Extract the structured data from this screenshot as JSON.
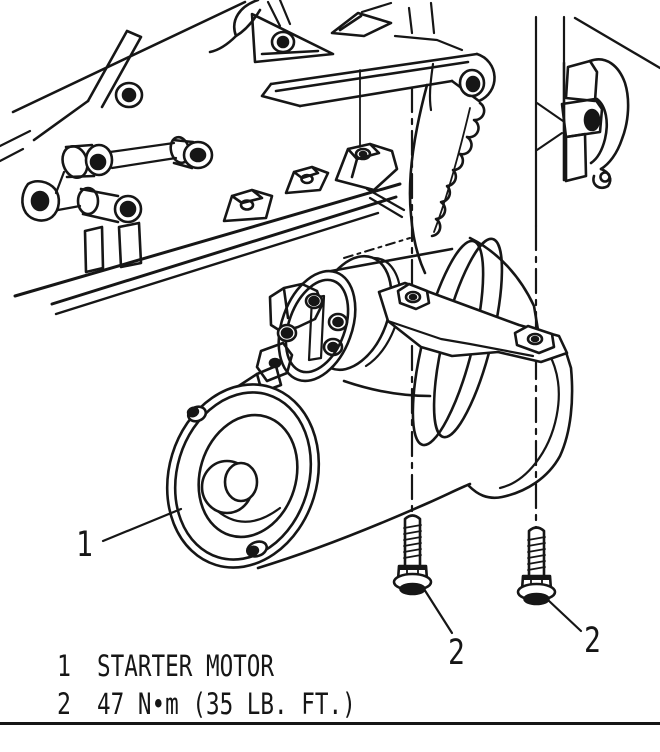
{
  "diagram": {
    "background_color": "#ffffff",
    "ink_color": "#161616",
    "callouts": {
      "starter_motor": "1",
      "bolt_left": "2",
      "bolt_right": "2"
    },
    "legend": {
      "rows": [
        {
          "ref": "1",
          "text": "STARTER MOTOR"
        },
        {
          "ref": "2",
          "text": "47 N•m (35 LB. FT.)"
        }
      ]
    }
  }
}
